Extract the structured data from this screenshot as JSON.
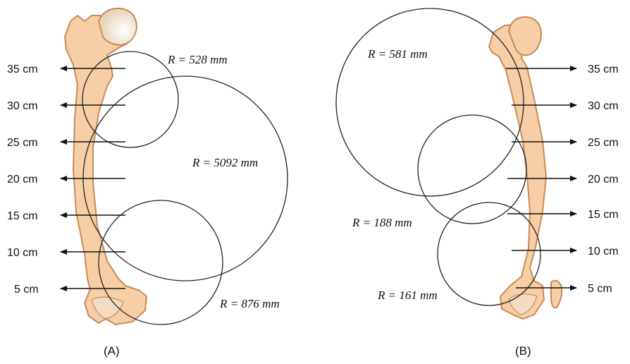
{
  "panels": [
    {
      "id": "A",
      "panel_label": "(A)",
      "levels": [
        "35 cm",
        "30 cm",
        "25 cm",
        "20 cm",
        "15 cm",
        "10 cm",
        "5 cm"
      ],
      "radii": [
        "R = 528 mm",
        "R = 5092 mm",
        "R = 876 mm"
      ]
    },
    {
      "id": "B",
      "panel_label": "(B)",
      "levels": [
        "35 cm",
        "30 cm",
        "25 cm",
        "20 cm",
        "15 cm",
        "10 cm",
        "5 cm"
      ],
      "radii": [
        "R = 581 mm",
        "R = 188 mm",
        "R = 161 mm"
      ]
    }
  ],
  "colors": {
    "bone_fill": "#f7cfa6",
    "bone_stroke": "#c98a55",
    "head_fill": "#f2e6d4",
    "line": "#111111"
  }
}
